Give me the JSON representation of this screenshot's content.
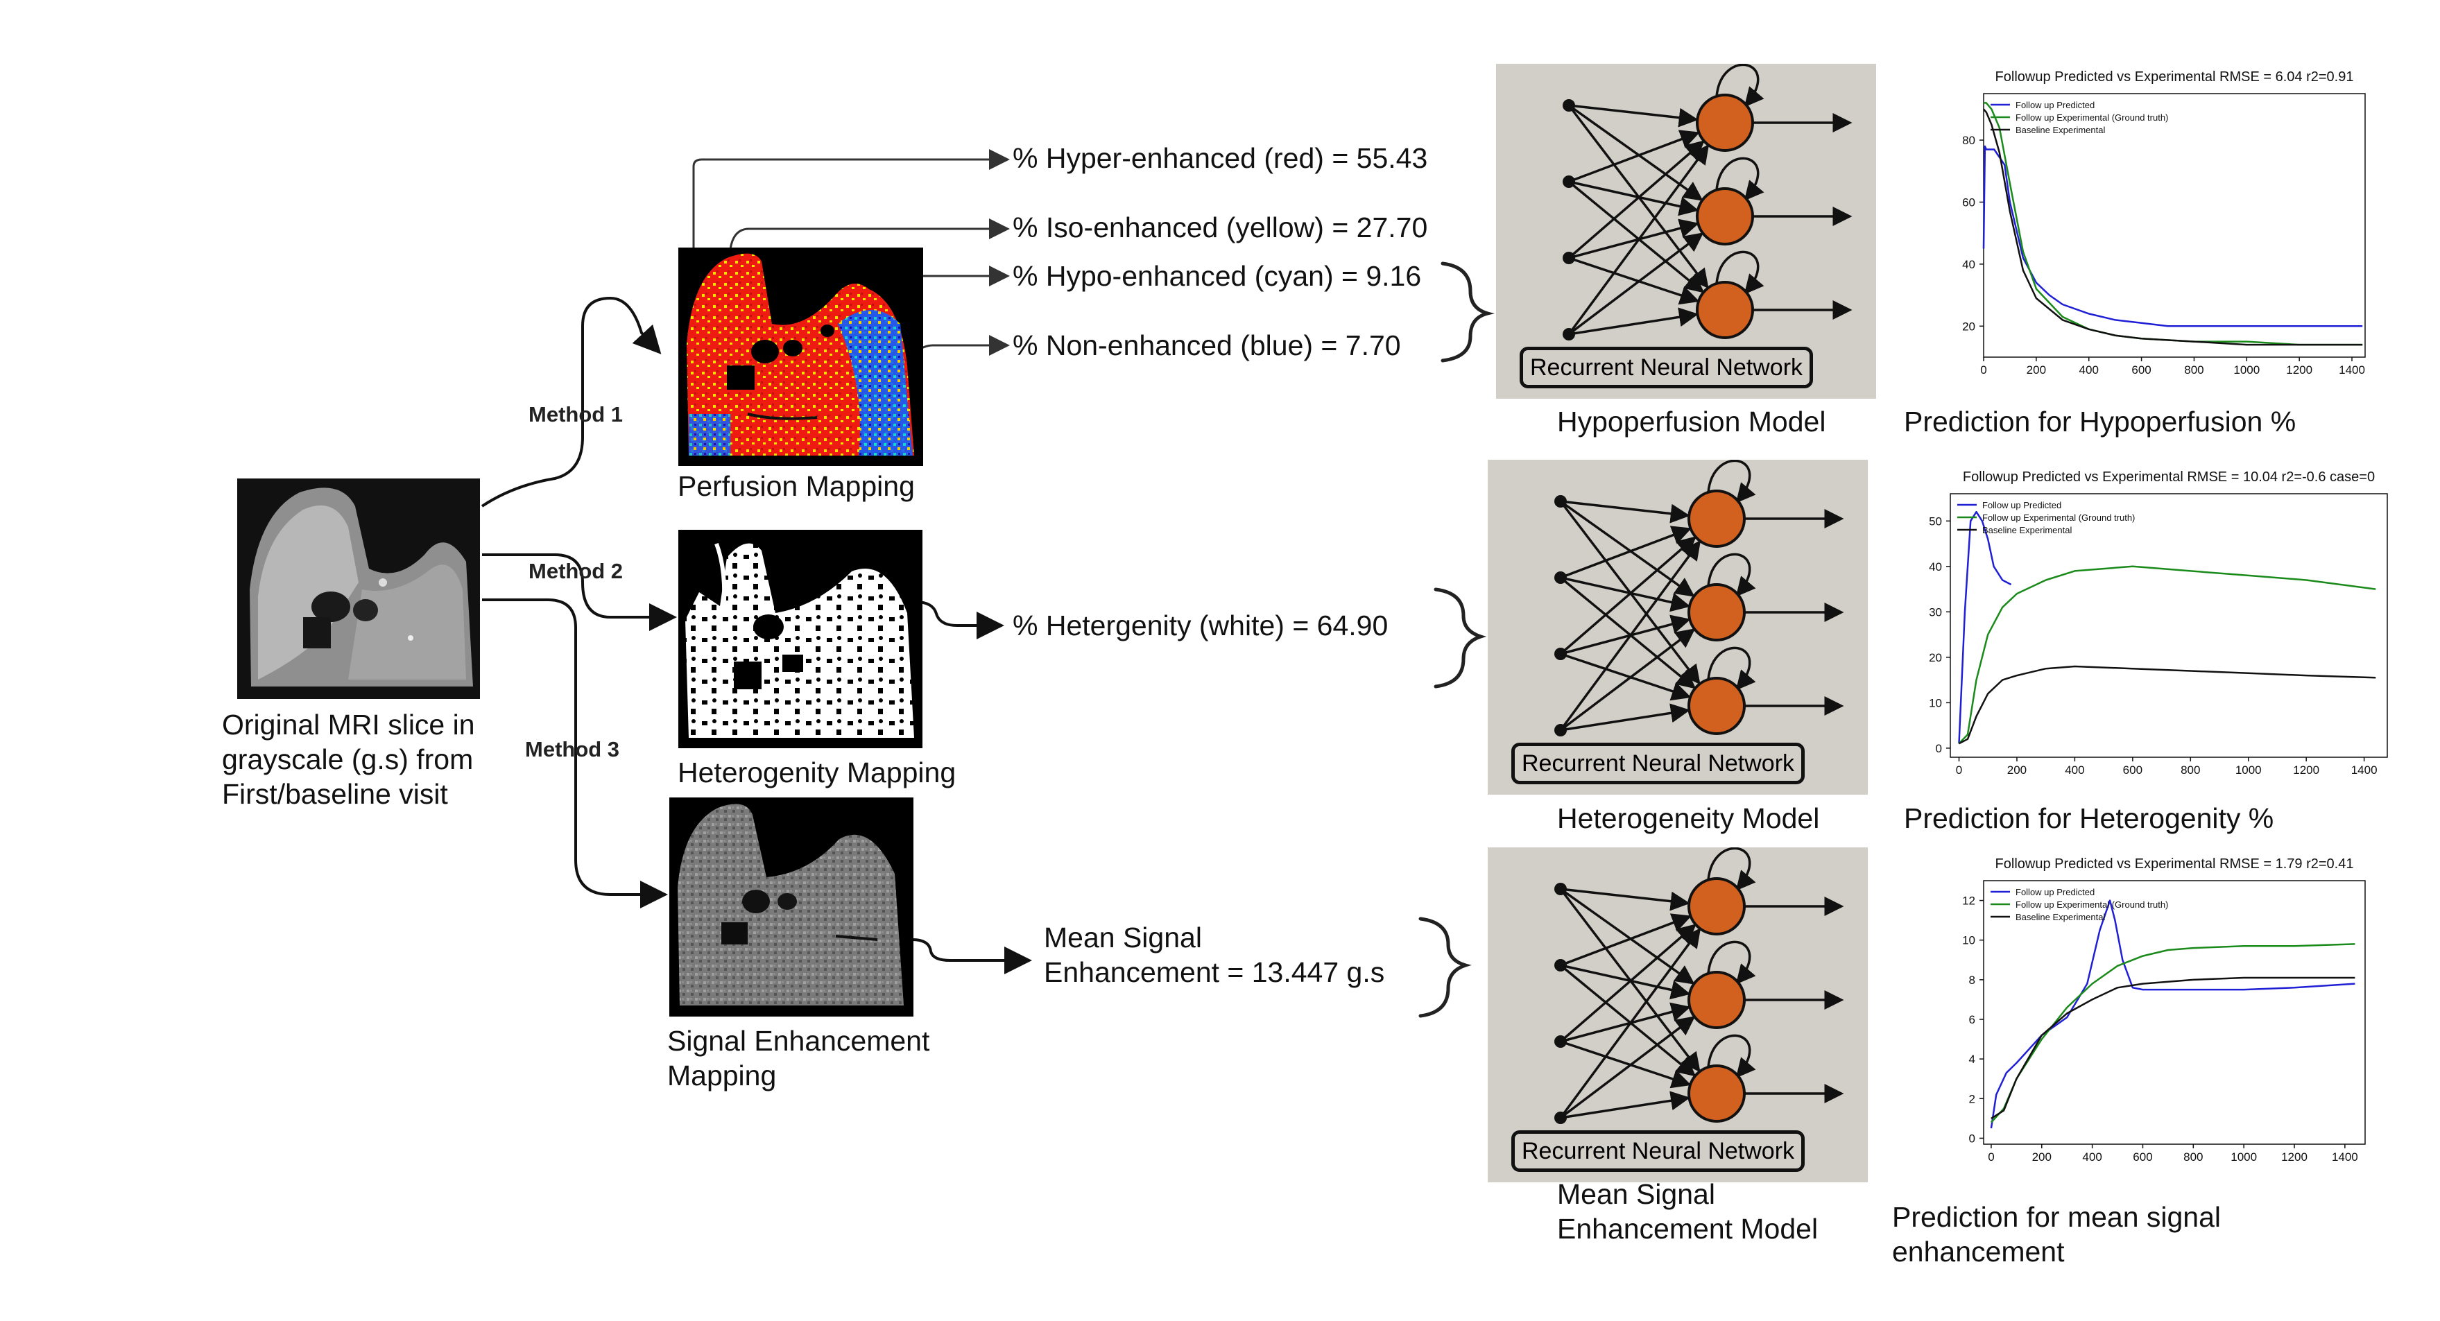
{
  "source": {
    "label_lines": [
      "Original MRI slice in",
      "grayscale (g.s) from",
      "First/baseline visit"
    ]
  },
  "methods": [
    "Method 1",
    "Method 2",
    "Method 3"
  ],
  "mappings": {
    "perfusion": "Perfusion Mapping",
    "heterogeneity": "Heterogenity Mapping",
    "signal_lines": [
      "Signal Enhancement",
      "Mapping"
    ]
  },
  "metrics": {
    "hyper": "% Hyper-enhanced (red) = 55.43",
    "iso": "% Iso-enhanced (yellow) = 27.70",
    "hypo": "% Hypo-enhanced (cyan) = 9.16",
    "non": "% Non-enhanced (blue) = 7.70",
    "heterogeneity": "% Hetergenity (white) = 64.90",
    "signal_lines": [
      "Mean Signal",
      "Enhancement = 13.447 g.s"
    ]
  },
  "rnn_label": "Recurrent Neural Network",
  "models": {
    "hypoperfusion": "Hypoperfusion Model",
    "heterogeneity": "Heterogeneity Model",
    "signal_lines": [
      "Mean Signal",
      "Enhancement Model"
    ]
  },
  "predictions": {
    "hypoperfusion": "Prediction for Hypoperfusion %",
    "heterogeneity": "Prediction for Heterogenity %",
    "signal_lines": [
      "Prediction for mean signal",
      "enhancement"
    ]
  },
  "colors": {
    "predicted": "#1f1fd6",
    "experimental": "#1a8a1a",
    "baseline": "#111111",
    "neuron": "#d2601e",
    "rnn_bg": "#d2cfc8"
  },
  "chart_data": [
    {
      "type": "line",
      "title": "Followup Predicted vs Experimental RMSE = 6.04 r2=0.91",
      "xlim": [
        0,
        1450
      ],
      "ylim": [
        10,
        95
      ],
      "xticks": [
        0,
        200,
        400,
        600,
        800,
        1000,
        1200,
        1400
      ],
      "yticks": [
        20,
        40,
        60,
        80
      ],
      "legend": "top-left",
      "grid": false,
      "series": [
        {
          "name": "Follow up Predicted",
          "color": "#1f1fd6",
          "x": [
            0,
            5,
            10,
            40,
            80,
            100,
            150,
            200,
            250,
            300,
            400,
            500,
            600,
            700,
            800,
            1000,
            1200,
            1440
          ],
          "y": [
            45,
            78,
            77,
            77,
            72,
            60,
            42,
            34,
            30,
            27,
            24,
            22,
            21,
            20,
            20,
            20,
            20,
            20
          ]
        },
        {
          "name": "Follow up Experimental (Ground truth)",
          "color": "#1a8a1a",
          "x": [
            0,
            10,
            30,
            60,
            100,
            150,
            200,
            300,
            400,
            500,
            600,
            800,
            1000,
            1200,
            1440
          ],
          "y": [
            92,
            92,
            90,
            84,
            66,
            44,
            32,
            23,
            19,
            17,
            16,
            15,
            15,
            14,
            14
          ]
        },
        {
          "name": "Baseline Experimental",
          "color": "#111111",
          "x": [
            0,
            10,
            30,
            60,
            100,
            150,
            200,
            300,
            400,
            500,
            600,
            800,
            1000,
            1200,
            1440
          ],
          "y": [
            90,
            89,
            85,
            76,
            57,
            38,
            29,
            22,
            19,
            17,
            16,
            15,
            14,
            14,
            14
          ]
        }
      ]
    },
    {
      "type": "line",
      "title": "Followup Predicted vs Experimental RMSE = 10.04 r2=-0.6 case=0",
      "xlim": [
        -30,
        1480
      ],
      "ylim": [
        -2,
        56
      ],
      "xticks": [
        0,
        200,
        400,
        600,
        800,
        1000,
        1200,
        1400
      ],
      "yticks": [
        0,
        10,
        20,
        30,
        40,
        50
      ],
      "legend": "top-left",
      "grid": false,
      "series": [
        {
          "name": "Follow up Predicted",
          "color": "#1f1fd6",
          "x": [
            0,
            20,
            40,
            60,
            80,
            100,
            120,
            150,
            180
          ],
          "y": [
            1,
            30,
            50,
            52,
            50,
            46,
            40,
            37,
            36
          ]
        },
        {
          "name": "Follow up Experimental (Ground truth)",
          "color": "#1a8a1a",
          "x": [
            0,
            30,
            60,
            100,
            150,
            200,
            300,
            400,
            600,
            800,
            1000,
            1200,
            1440
          ],
          "y": [
            1,
            3,
            15,
            25,
            31,
            34,
            37,
            39,
            40,
            39,
            38,
            37,
            35
          ]
        },
        {
          "name": "Baseline Experimental",
          "color": "#111111",
          "x": [
            0,
            30,
            60,
            100,
            150,
            200,
            300,
            400,
            600,
            800,
            1000,
            1200,
            1440
          ],
          "y": [
            1,
            2,
            7,
            12,
            15,
            16,
            17.5,
            18,
            17.5,
            17,
            16.5,
            16,
            15.5
          ]
        }
      ]
    },
    {
      "type": "line",
      "title": "Followup Predicted vs Experimental RMSE = 1.79 r2=0.41",
      "xlim": [
        -30,
        1480
      ],
      "ylim": [
        -0.3,
        13
      ],
      "xticks": [
        0,
        200,
        400,
        600,
        800,
        1000,
        1200,
        1400
      ],
      "yticks": [
        0,
        2,
        4,
        6,
        8,
        10,
        12
      ],
      "legend": "top-left",
      "grid": false,
      "series": [
        {
          "name": "Follow up Predicted",
          "color": "#1f1fd6",
          "x": [
            0,
            20,
            60,
            100,
            200,
            300,
            380,
            430,
            470,
            490,
            520,
            560,
            600,
            800,
            1000,
            1200,
            1440
          ],
          "y": [
            0.5,
            2.2,
            3.3,
            3.8,
            5.2,
            6.1,
            7.8,
            10.5,
            12.0,
            11.0,
            9.0,
            7.6,
            7.5,
            7.5,
            7.5,
            7.6,
            7.8
          ]
        },
        {
          "name": "Follow up Experimental (Ground truth)",
          "color": "#1a8a1a",
          "x": [
            0,
            50,
            100,
            200,
            300,
            400,
            500,
            600,
            700,
            800,
            1000,
            1200,
            1440
          ],
          "y": [
            0.8,
            1.5,
            3.0,
            5.0,
            6.6,
            7.8,
            8.7,
            9.2,
            9.5,
            9.6,
            9.7,
            9.7,
            9.8
          ]
        },
        {
          "name": "Baseline Experimental",
          "color": "#111111",
          "x": [
            0,
            50,
            100,
            200,
            300,
            400,
            500,
            600,
            700,
            800,
            1000,
            1200,
            1440
          ],
          "y": [
            1.0,
            1.4,
            3.0,
            5.2,
            6.3,
            7.0,
            7.6,
            7.8,
            7.9,
            8.0,
            8.1,
            8.1,
            8.1
          ]
        }
      ]
    }
  ]
}
